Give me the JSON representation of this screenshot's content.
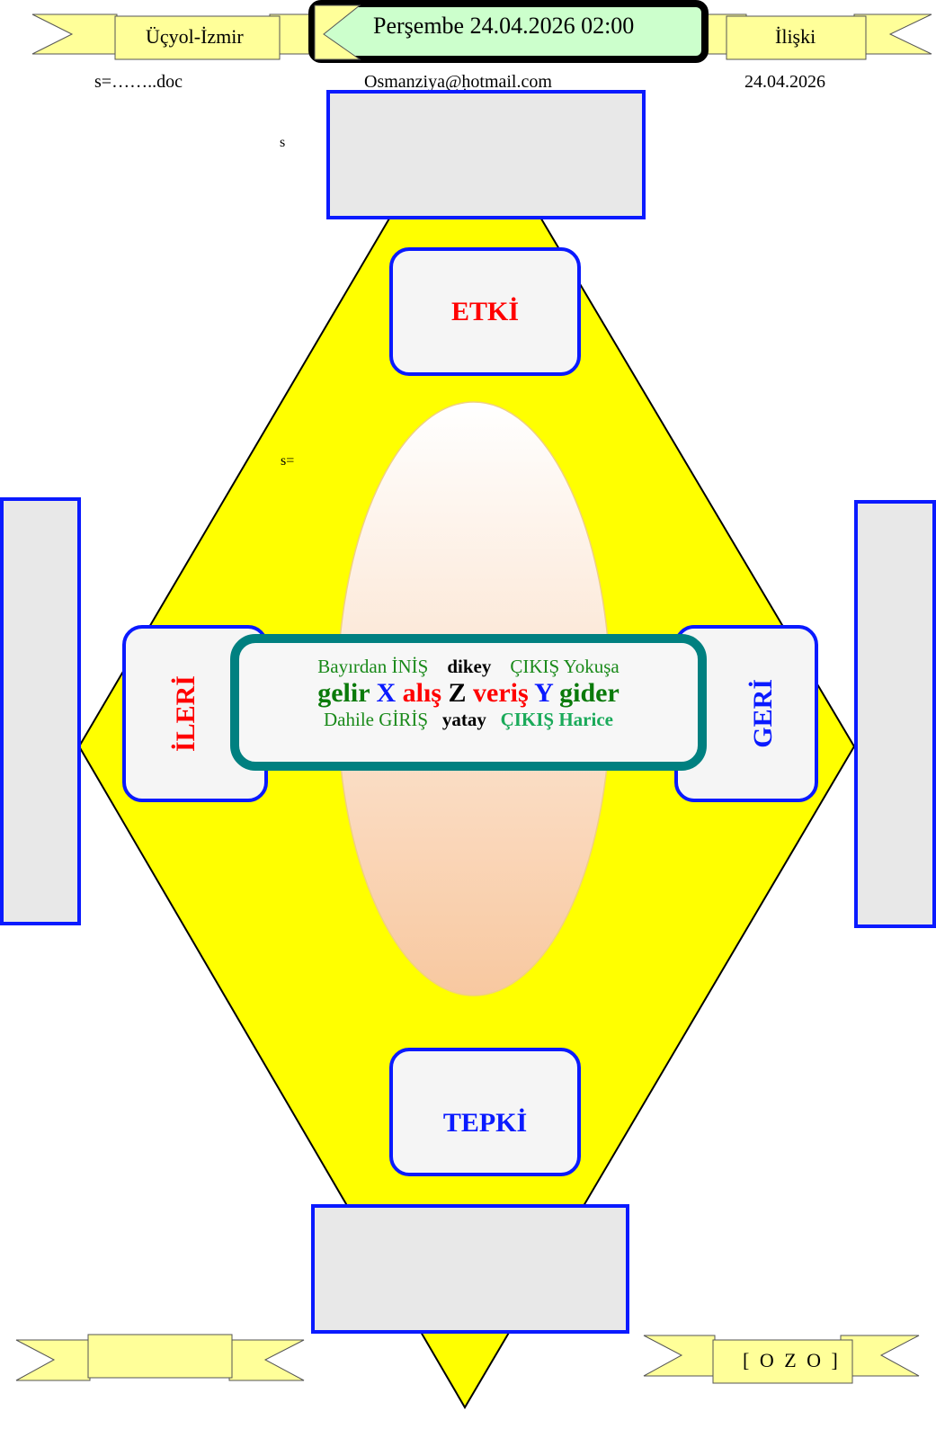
{
  "header": {
    "left_ribbon": "Üçyol-İzmir",
    "date_banner": "Perşembe 24.04.2026 02:00",
    "right_ribbon": "İlişki",
    "file_label": "s=……..doc",
    "email": "Osmanziya@hotmail.com",
    "date": "24.04.2026"
  },
  "notes": {
    "s_top": "s",
    "s_mid": "s="
  },
  "boxes": {
    "top": "ETKİ",
    "bottom": "TEPKİ",
    "left": "İLERİ",
    "right": "GERİ"
  },
  "center": {
    "line1": {
      "a": "Bayırdan İNİŞ",
      "b": "dikey",
      "c": "ÇIKIŞ Yokuşa"
    },
    "line2": {
      "a": "gelir",
      "b": "X",
      "c": "alış",
      "d": "Z",
      "e": "veriş",
      "f": "Y",
      "g": "gider"
    },
    "line3": {
      "a": "Dahile GİRİŞ",
      "b": "yatay",
      "c": "ÇIKIŞ Harice"
    }
  },
  "footer": {
    "left_ribbon": "",
    "right_ribbon": "[ O Z O ]"
  },
  "colors": {
    "diamond": "#ffff00",
    "border": "#0a1aff",
    "center_border": "#008080",
    "banner": "#ccffcc",
    "ribbon": "#ffff99"
  }
}
